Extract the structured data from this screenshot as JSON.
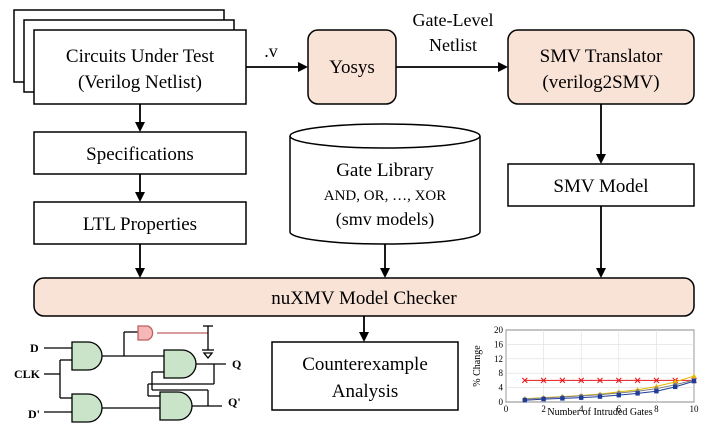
{
  "diagram": {
    "boxes": {
      "cut_line1": "Circuits Under Test",
      "cut_line2": "(Verilog Netlist)",
      "yosys": "Yosys",
      "smv_translator_line1": "SMV Translator",
      "smv_translator_line2": "(verilog2SMV)",
      "specifications": "Specifications",
      "ltl_properties": "LTL Properties",
      "gate_library_line1": "Gate Library",
      "gate_library_line2": "AND, OR, …, XOR",
      "gate_library_line3": "(smv models)",
      "smv_model": "SMV Model",
      "nuxmv": "nuXMV Model Checker",
      "counterexample_line1": "Counterexample",
      "counterexample_line2": "Analysis"
    },
    "edge_labels": {
      "v_ext": ".v",
      "gate_level_line1": "Gate-Level",
      "gate_level_line2": "Netlist"
    },
    "circuit_labels": {
      "d": "D",
      "clk": "CLK",
      "d_prime": "D'",
      "q": "Q",
      "q_prime": "Q'"
    },
    "colors": {
      "highlight_fill": "#f9e2d6",
      "stroke": "#000000",
      "gate_fill": "#c9e4c9",
      "trojan_fill": "#f5b7b7"
    }
  },
  "chart_data": {
    "type": "line",
    "xlabel": "Number of Intruded Gates",
    "ylabel": "% Change",
    "xlim": [
      0,
      10
    ],
    "ylim": [
      0,
      20
    ],
    "xticks": [
      0,
      2,
      4,
      6,
      8,
      10
    ],
    "yticks": [
      0,
      4,
      8,
      12,
      16,
      20
    ],
    "grid": true,
    "x": [
      1,
      2,
      3,
      4,
      5,
      6,
      7,
      8,
      9,
      10
    ],
    "series": [
      {
        "color": "#e41a1c",
        "marker": "x",
        "values": [
          6.0,
          6.0,
          6.0,
          6.0,
          6.0,
          6.0,
          6.0,
          6.0,
          6.0,
          6.0
        ]
      },
      {
        "color": "#e6b800",
        "marker": "triangle",
        "values": [
          0.9,
          1.2,
          1.5,
          1.8,
          2.2,
          2.8,
          3.4,
          4.3,
          5.6,
          7.2
        ]
      },
      {
        "color": "#808080",
        "marker": "circle",
        "values": [
          0.8,
          1.1,
          1.4,
          1.7,
          2.0,
          2.5,
          3.0,
          3.7,
          4.8,
          6.1
        ]
      },
      {
        "color": "#1f3c99",
        "marker": "square",
        "values": [
          0.5,
          0.8,
          1.0,
          1.2,
          1.5,
          1.9,
          2.4,
          3.0,
          4.2,
          5.8
        ]
      }
    ]
  }
}
